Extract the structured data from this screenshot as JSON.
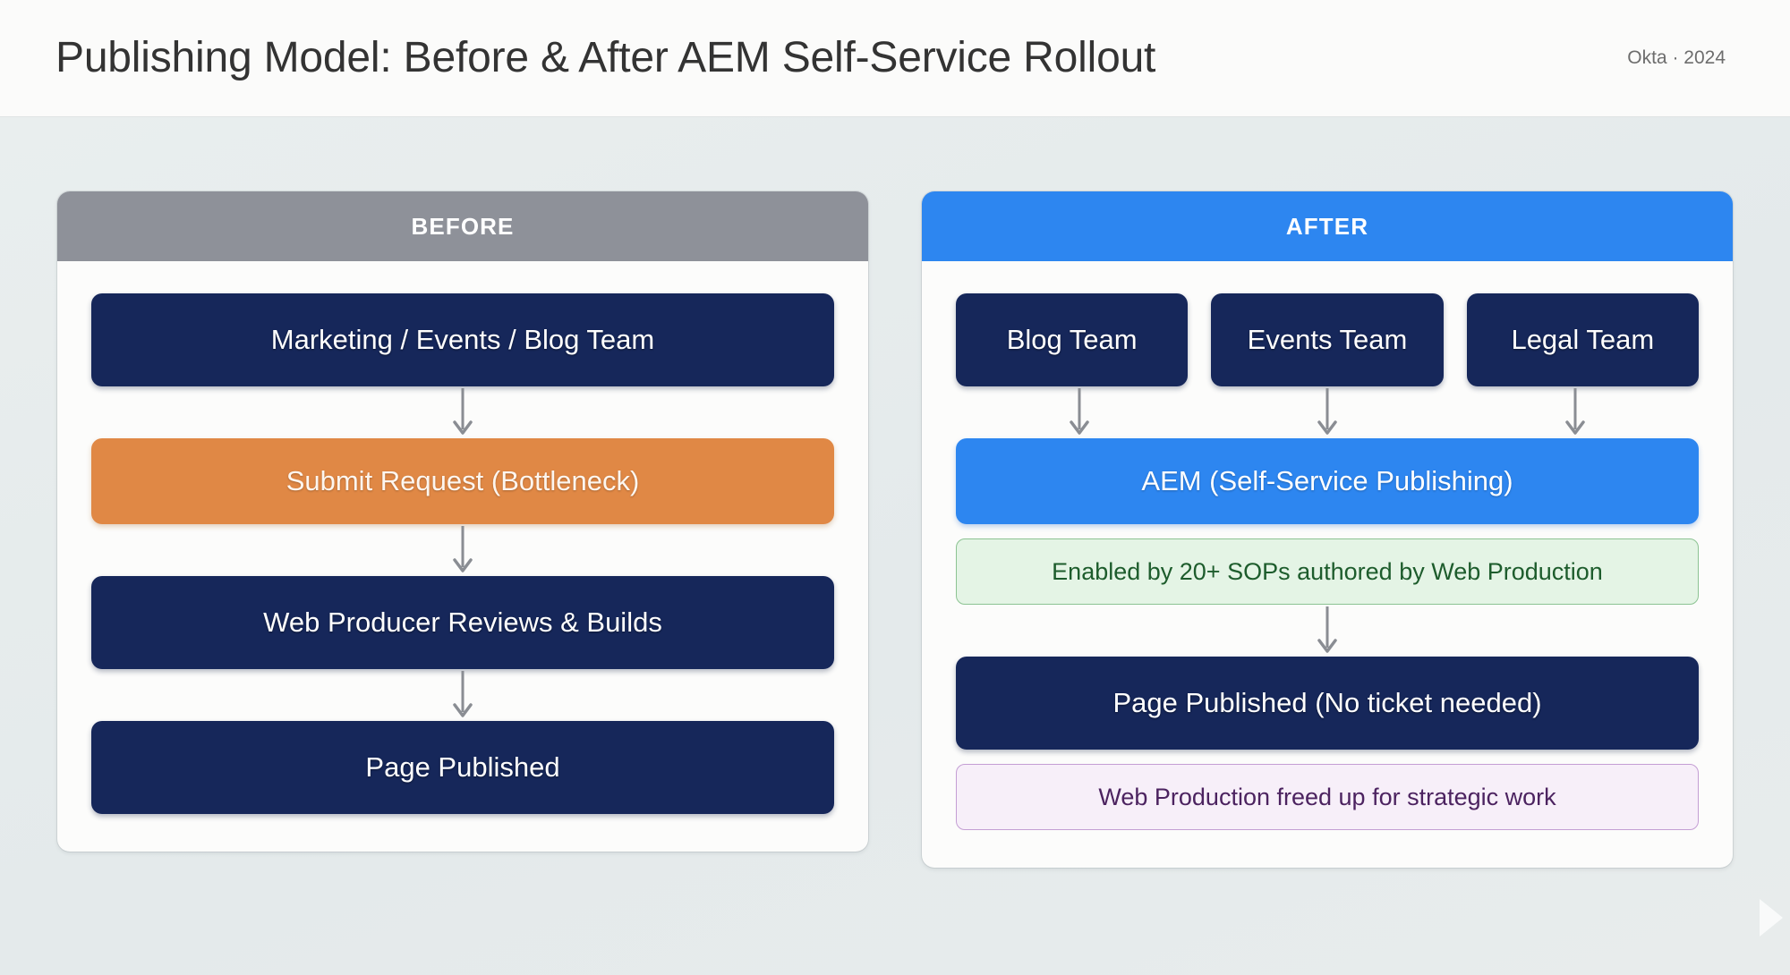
{
  "header": {
    "title": "Publishing Model: Before & After AEM Self-Service Rollout",
    "meta": "Okta · 2024"
  },
  "colors": {
    "background": "#e7ecec",
    "panel_surface": "#fcfcfb",
    "before_header": "#8e9199",
    "after_header": "#2d86f0",
    "navy_node": "#16275a",
    "orange_node": "#e08845",
    "blue_node": "#2d86f0",
    "green_note_bg": "#e4f4e5",
    "green_note_border": "#8cc392",
    "green_note_text": "#1d5c2c",
    "purple_note_bg": "#f7eff9",
    "purple_note_border": "#c49ed4",
    "purple_note_text": "#4c2360",
    "arrow": "#8a8d93"
  },
  "before": {
    "header_label": "BEFORE",
    "nodes": [
      {
        "label": "Marketing / Events / Blog Team",
        "style": "navy"
      },
      {
        "label": "Submit Request (Bottleneck)",
        "style": "orange"
      },
      {
        "label": "Web Producer Reviews & Builds",
        "style": "navy"
      },
      {
        "label": "Page Published",
        "style": "navy"
      }
    ]
  },
  "after": {
    "header_label": "AFTER",
    "teams": [
      {
        "label": "Blog Team"
      },
      {
        "label": "Events Team"
      },
      {
        "label": "Legal Team"
      }
    ],
    "nodes": [
      {
        "label": "AEM (Self-Service Publishing)",
        "style": "blue"
      },
      {
        "label": "Enabled by 20+ SOPs authored by Web Production",
        "style": "green"
      },
      {
        "label": "Page Published (No ticket needed)",
        "style": "navy"
      },
      {
        "label": "Web Production freed up for strategic work",
        "style": "purple"
      }
    ]
  },
  "side_nav": {
    "next_icon": "chevron-right-icon"
  }
}
